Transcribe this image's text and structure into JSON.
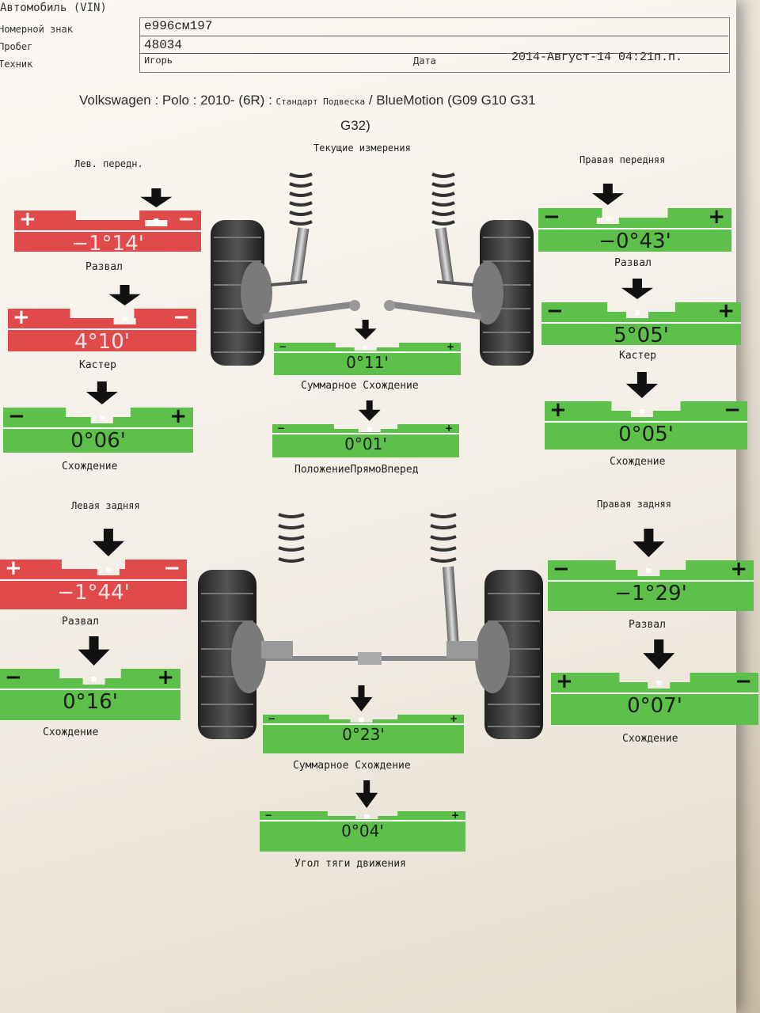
{
  "header": {
    "vin_label": "Автомобиль (VIN)",
    "plate_label": "Номерной знак",
    "plate_value": "e996см197",
    "mileage_label": "Пробег",
    "mileage_value": "48034",
    "tech_label": "Техник",
    "tech_value": "Игорь",
    "date_label": "Дата",
    "date_value": "2014-Август-14 04:21п.п."
  },
  "vehicle": {
    "main": "Volkswagen : Polo : 2010-   (6R) : ",
    "std": "Стандарт Подвеска",
    "rest": " / BlueMotion (G09 G10 G31",
    "line2": "G32)"
  },
  "front": {
    "current_label": "Текущие измерения",
    "left_label": "Лев. передн.",
    "right_label": "Правая передняя",
    "left_camber": {
      "value": "−1°14'",
      "label": "Развал",
      "status": "out"
    },
    "left_caster": {
      "value": "4°10'",
      "label": "Кастер",
      "status": "out"
    },
    "left_toe": {
      "value": "0°06'",
      "label": "Схождение",
      "status": "ok"
    },
    "right_camber": {
      "value": "−0°43'",
      "label": "Развал",
      "status": "ok"
    },
    "right_caster": {
      "value": "5°05'",
      "label": "Кастер",
      "status": "ok"
    },
    "right_toe": {
      "value": "0°05'",
      "label": "Схождение",
      "status": "ok"
    },
    "total_toe": {
      "value": "0°11'",
      "label": "Суммарное Схождение",
      "status": "ok"
    },
    "straight_ahead": {
      "value": "0°01'",
      "label": "ПоложениеПрямоВперед",
      "status": "ok"
    }
  },
  "rear": {
    "left_label": "Левая задняя",
    "right_label": "Правая задняя",
    "left_camber": {
      "value": "−1°44'",
      "label": "Развал",
      "status": "out"
    },
    "left_toe": {
      "value": "0°16'",
      "label": "Схождение",
      "status": "ok"
    },
    "right_camber": {
      "value": "−1°29'",
      "label": "Развал",
      "status": "ok"
    },
    "right_toe": {
      "value": "0°07'",
      "label": "Схождение",
      "status": "ok"
    },
    "total_toe": {
      "value": "0°23'",
      "label": "Суммарное Схождение",
      "status": "ok"
    },
    "thrust_angle": {
      "value": "0°04'",
      "label": "Угол тяги движения",
      "status": "ok"
    }
  },
  "colors": {
    "ok": "#5cc04a",
    "out": "#e04a4a",
    "paper": "#f6f2ec"
  },
  "icons": [
    "down-arrow-icon",
    "plus-icon",
    "minus-icon",
    "front-suspension-illustration",
    "rear-suspension-illustration"
  ]
}
